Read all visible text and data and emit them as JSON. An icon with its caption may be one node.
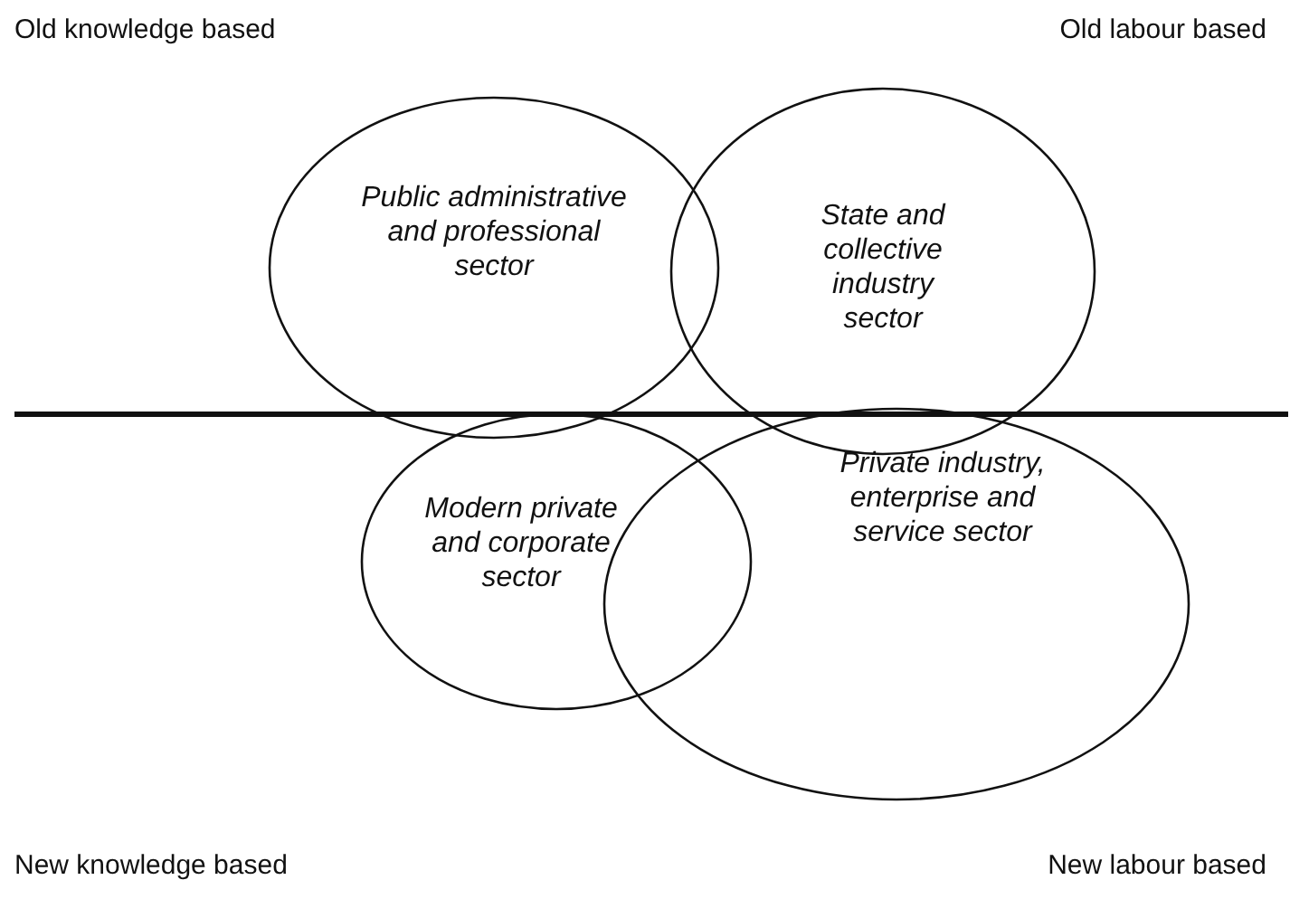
{
  "diagram": {
    "nodes": [
      {
        "text": [
          "Public administrative and professional sector"
        ]
      },
      {
        "text": [
          "State and collective industry sector"
        ]
      },
      {
        "text": [
          "Modern private and corporate sector"
        ]
      },
      {
        "text": [
          "Private industry, enterprise and service sector"
        ]
      }
    ],
    "labels": [
      "Old knowledge based",
      "Old labour based",
      "New knowledge based",
      "New labour based"
    ]
  }
}
